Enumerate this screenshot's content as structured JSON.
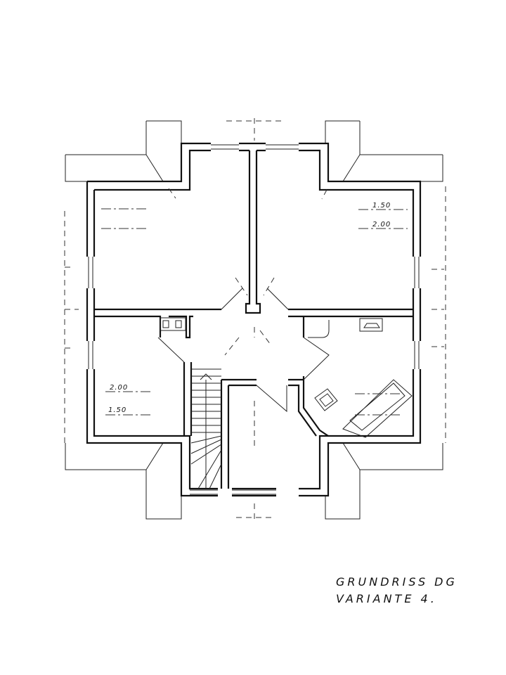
{
  "title": {
    "line1": "GRUNDRISS  DG",
    "line2": "VARIANTE  4."
  },
  "dimensions": {
    "top_right_upper": "1.50",
    "top_right_lower": "2.00",
    "bottom_left_upper": "2.00",
    "bottom_left_lower": "1.50"
  }
}
